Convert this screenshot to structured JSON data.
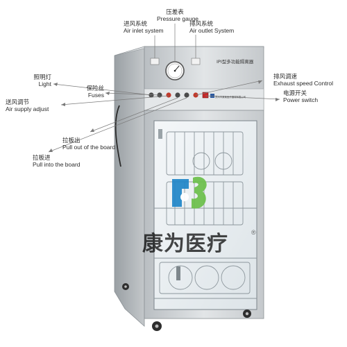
{
  "labels": {
    "pressure_gauge": {
      "zh": "压差表",
      "en": "Pressure gauge"
    },
    "air_inlet": {
      "zh": "进风系统",
      "en": "Air inlet system"
    },
    "air_outlet": {
      "zh": "排风系统",
      "en": "Air outlet System"
    },
    "light": {
      "zh": "照明灯",
      "en": "Light"
    },
    "fuses": {
      "zh": "保险丝",
      "en": "Fuses"
    },
    "air_supply": {
      "zh": "送风调节",
      "en": "Air supply adjust"
    },
    "exhaust_speed": {
      "zh": "排风调速",
      "en": "Exhaust speed Control"
    },
    "power_switch": {
      "zh": "电源开关",
      "en": "Power switch"
    },
    "pull_out": {
      "zh": "拉板出",
      "en": "Pull out of the board"
    },
    "pull_in": {
      "zh": "拉板进",
      "en": "Pull into the board"
    }
  },
  "device": {
    "title_plate": "IPI型多功能隔离器",
    "maker_plate": "苏州市某某医疗器械有限公司"
  },
  "watermark": {
    "text": "康为医疗",
    "mark": "®"
  },
  "colors": {
    "steel": "#cfd3d6",
    "glass": "#e9eef1",
    "line": "#6f7a80",
    "logo_blue": "#1f86c8",
    "logo_green": "#6cc04a"
  }
}
